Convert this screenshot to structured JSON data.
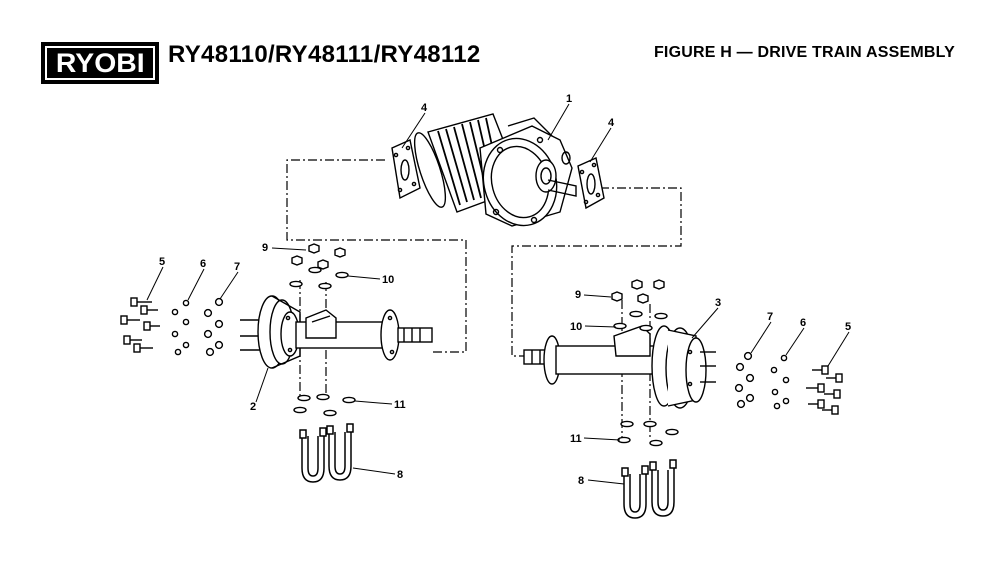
{
  "header": {
    "brand": "RYOBI",
    "models": "RY48110/RY48111/RY48112",
    "figure_title": "FIGURE H — DRIVE TRAIN ASSEMBLY"
  },
  "callouts": {
    "c1": "1",
    "c2": "2",
    "c3": "3",
    "c4_left": "4",
    "c4_right": "4",
    "c5_left": "5",
    "c5_right": "5",
    "c6_left": "6",
    "c6_right": "6",
    "c7_left": "7",
    "c7_right": "7",
    "c8_left": "8",
    "c8_right": "8",
    "c9_left": "9",
    "c9_right": "9",
    "c10_left": "10",
    "c10_right": "10",
    "c11_left": "11",
    "c11_right": "11"
  },
  "colors": {
    "ink": "#000000",
    "background": "#ffffff",
    "logo_bg": "#000000",
    "logo_text": "#ffffff"
  }
}
